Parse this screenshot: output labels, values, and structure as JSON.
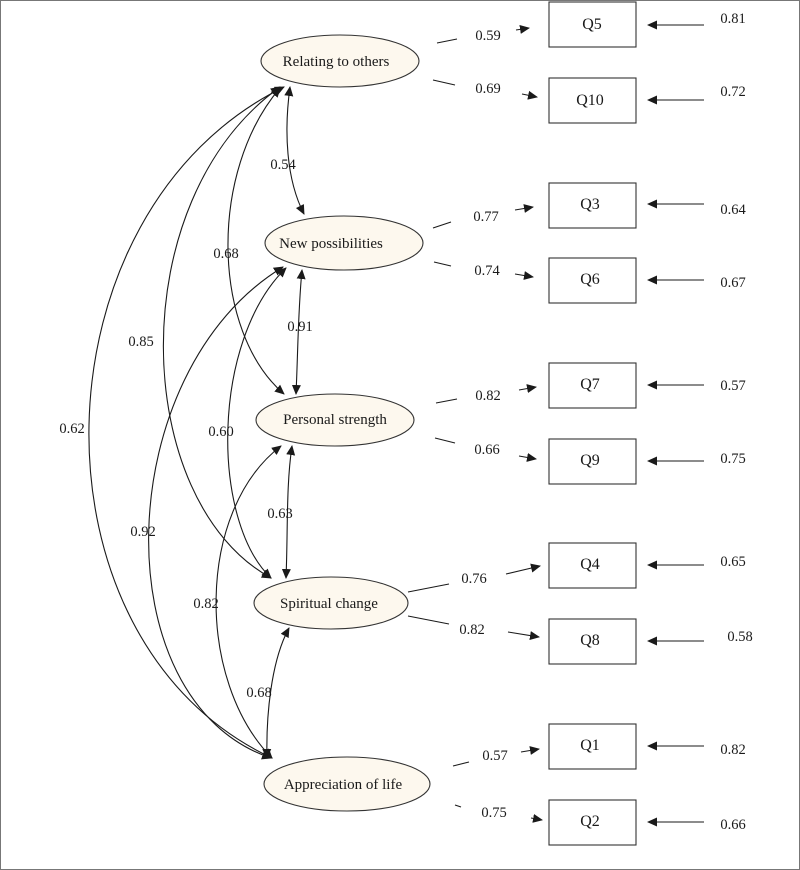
{
  "latents": [
    {
      "id": "rel",
      "label": "Relating to others"
    },
    {
      "id": "newp",
      "label": "New possibilities"
    },
    {
      "id": "pers",
      "label": "Personal strength"
    },
    {
      "id": "spir",
      "label": "Spiritual change"
    },
    {
      "id": "appr",
      "label": "Appreciation of life"
    }
  ],
  "indicators": [
    {
      "id": "q5",
      "label": "Q5",
      "factor": "rel",
      "loading": "0.59",
      "error": "0.81"
    },
    {
      "id": "q10",
      "label": "Q10",
      "factor": "rel",
      "loading": "0.69",
      "error": "0.72"
    },
    {
      "id": "q3",
      "label": "Q3",
      "factor": "newp",
      "loading": "0.77",
      "error": "0.64"
    },
    {
      "id": "q6",
      "label": "Q6",
      "factor": "newp",
      "loading": "0.74",
      "error": "0.67"
    },
    {
      "id": "q7",
      "label": "Q7",
      "factor": "pers",
      "loading": "0.82",
      "error": "0.57"
    },
    {
      "id": "q9",
      "label": "Q9",
      "factor": "pers",
      "loading": "0.66",
      "error": "0.75"
    },
    {
      "id": "q4",
      "label": "Q4",
      "factor": "spir",
      "loading": "0.76",
      "error": "0.65"
    },
    {
      "id": "q8",
      "label": "Q8",
      "factor": "spir",
      "loading": "0.82",
      "error": "0.58"
    },
    {
      "id": "q1",
      "label": "Q1",
      "factor": "appr",
      "loading": "0.57",
      "error": "0.82"
    },
    {
      "id": "q2",
      "label": "Q2",
      "factor": "appr",
      "loading": "0.75",
      "error": "0.66"
    }
  ],
  "correlations": [
    {
      "id": "rel-newp",
      "from": "rel",
      "to": "newp",
      "value": "0.54"
    },
    {
      "id": "rel-pers",
      "from": "rel",
      "to": "pers",
      "value": "0.68"
    },
    {
      "id": "rel-spir",
      "from": "rel",
      "to": "spir",
      "value": "0.85"
    },
    {
      "id": "rel-appr",
      "from": "rel",
      "to": "appr",
      "value": "0.62"
    },
    {
      "id": "newp-pers",
      "from": "newp",
      "to": "pers",
      "value": "0.91"
    },
    {
      "id": "newp-spir",
      "from": "newp",
      "to": "spir",
      "value": "0.60"
    },
    {
      "id": "newp-appr",
      "from": "newp",
      "to": "appr",
      "value": "0.92"
    },
    {
      "id": "pers-spir",
      "from": "pers",
      "to": "spir",
      "value": "0.63"
    },
    {
      "id": "pers-appr",
      "from": "pers",
      "to": "appr",
      "value": "0.82"
    },
    {
      "id": "spir-appr",
      "from": "spir",
      "to": "appr",
      "value": "0.68"
    }
  ]
}
